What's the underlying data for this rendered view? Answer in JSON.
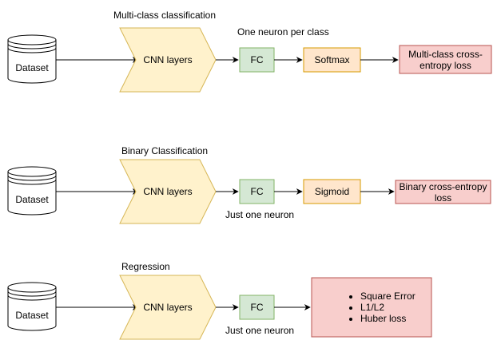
{
  "colors": {
    "cnn_fill": "#fff2cc",
    "cnn_stroke": "#d6b656",
    "fc_fill": "#d5e8d4",
    "fc_stroke": "#82b366",
    "act_fill": "#ffe6cc",
    "act_stroke": "#d79b00",
    "loss_fill": "#f8cecc",
    "loss_stroke": "#b85450",
    "line": "#000000"
  },
  "rows": [
    {
      "title": "Multi-class classification",
      "dataset": "Dataset",
      "cnn": "CNN layers",
      "fc": "FC",
      "fc_note": "One neuron per class",
      "activation": "Softmax",
      "loss": "Multi-class cross-entropy loss"
    },
    {
      "title": "Binary Classification",
      "dataset": "Dataset",
      "cnn": "CNN layers",
      "fc": "FC",
      "fc_note": "Just one neuron",
      "activation": "Sigmoid",
      "loss": "Binary cross-entropy loss"
    },
    {
      "title": "Regression",
      "dataset": "Dataset",
      "cnn": "CNN layers",
      "fc": "FC",
      "fc_note": "Just one neuron",
      "losses": [
        "Square Error",
        "L1/L2",
        "Huber loss"
      ]
    }
  ]
}
